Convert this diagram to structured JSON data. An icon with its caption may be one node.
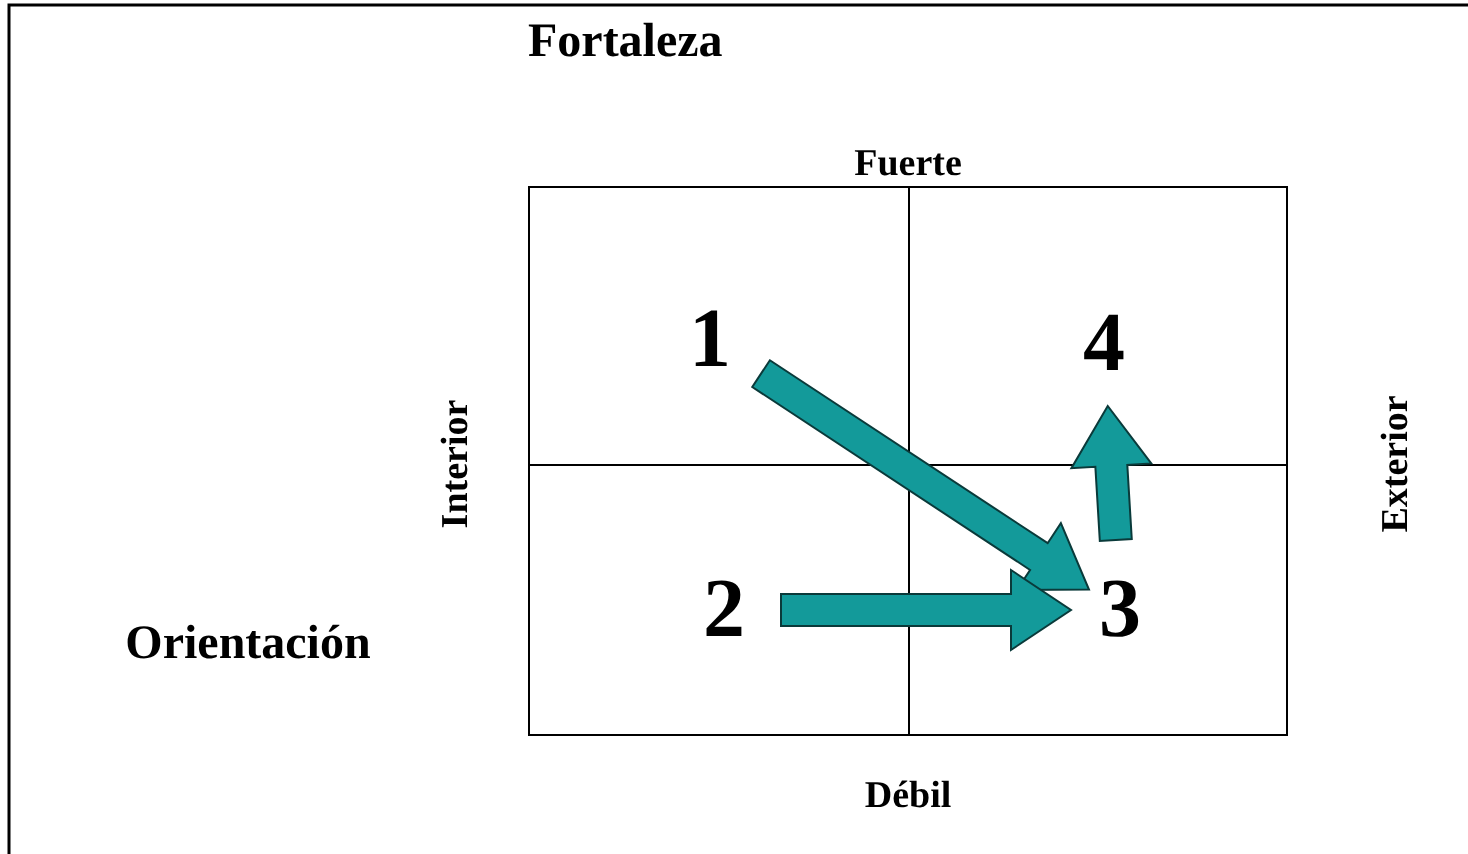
{
  "diagram": {
    "title": "Fortaleza",
    "nodes": [
      {
        "text": [
          "1"
        ]
      },
      {
        "text": [
          "4"
        ]
      },
      {
        "text": [
          "2"
        ]
      },
      {
        "text": [
          "3"
        ]
      }
    ],
    "edges": [
      {
        "from": 0,
        "to": 3,
        "arrow": "to"
      },
      {
        "from": 2,
        "to": 3,
        "arrow": "to"
      },
      {
        "from": 3,
        "to": 1,
        "arrow": "to"
      }
    ],
    "labels": [
      "Fuerte",
      "Interior",
      "Exterior",
      "Orientación",
      "Débil"
    ]
  }
}
